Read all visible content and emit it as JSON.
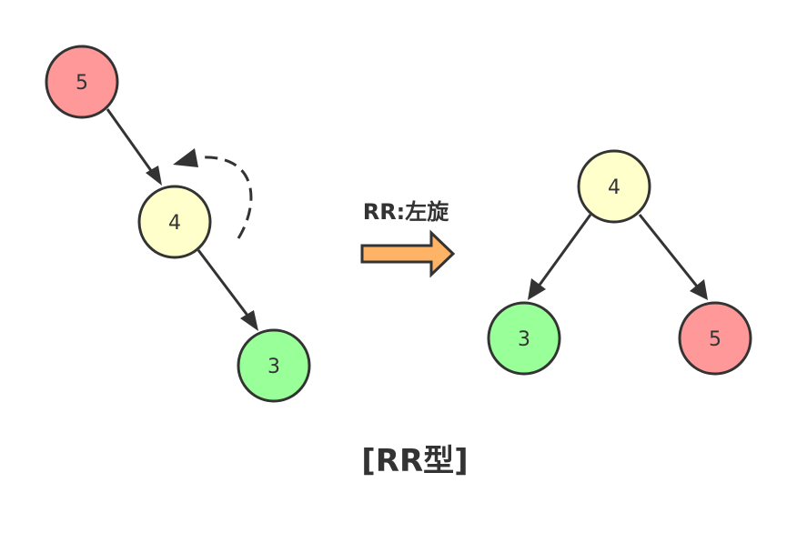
{
  "colors": {
    "stroke": "#333333",
    "node_5": "#ff9999",
    "node_4": "#ffffcc",
    "node_3": "#99ff99",
    "arrow_fill": "#ffb366"
  },
  "before_tree": {
    "nodes": [
      {
        "id": "n5",
        "label": "5",
        "color": "#ff9999"
      },
      {
        "id": "n4",
        "label": "4",
        "color": "#ffffcc"
      },
      {
        "id": "n3",
        "label": "3",
        "color": "#99ff99"
      }
    ],
    "rotation_hint": "curved-dashed-arrow-icon"
  },
  "transform": {
    "label": "RR:左旋",
    "icon": "block-arrow-right-icon"
  },
  "after_tree": {
    "nodes": [
      {
        "id": "m4",
        "label": "4",
        "color": "#ffffcc"
      },
      {
        "id": "m3",
        "label": "3",
        "color": "#99ff99"
      },
      {
        "id": "m5",
        "label": "5",
        "color": "#ff9999"
      }
    ]
  },
  "caption": "[RR型]"
}
